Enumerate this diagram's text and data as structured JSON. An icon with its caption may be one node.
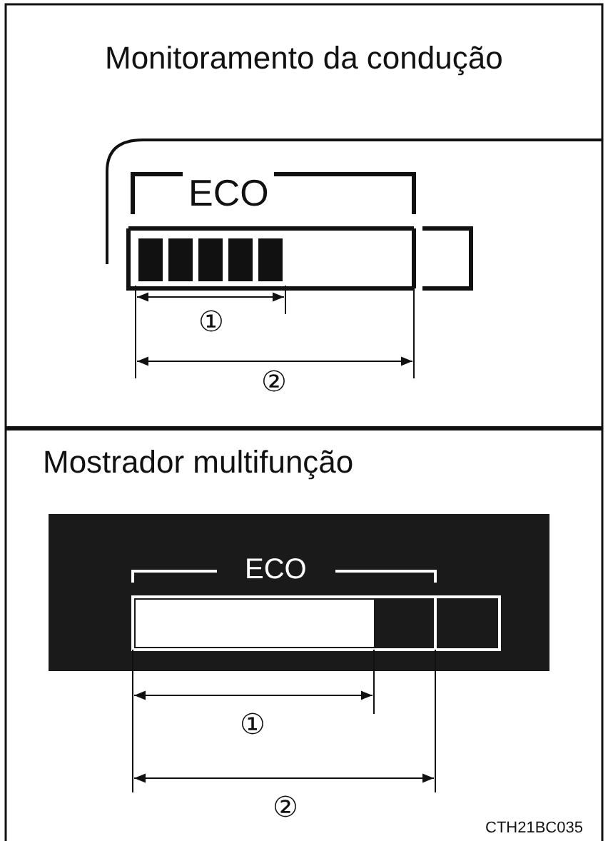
{
  "diagram": {
    "labels": [
      "Monitoramento da condução",
      "ECO",
      "①",
      "②",
      "Mostrador multifunção",
      "ECO",
      "①",
      "②",
      "CTH21BC035"
    ]
  }
}
